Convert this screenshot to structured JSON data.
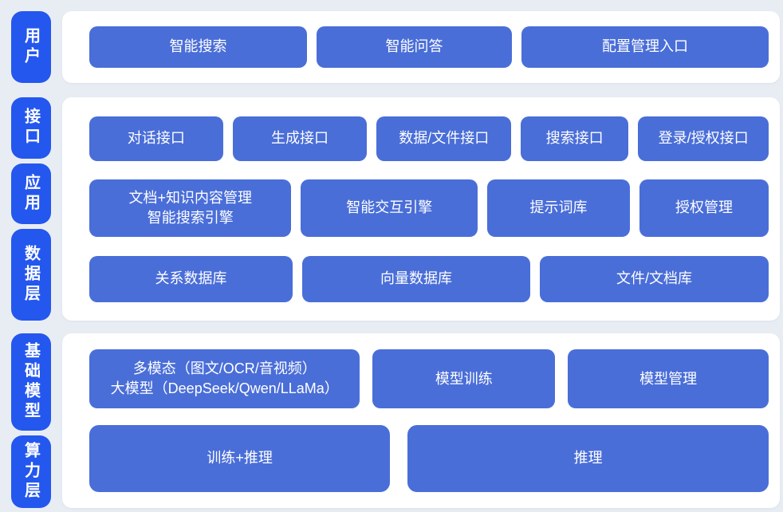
{
  "colors": {
    "background": "#E8EDF4",
    "panel": "#FFFFFF",
    "layer_label_blue": "#2457EE",
    "button_blue": "#4A6ED8",
    "text_white": "#FFFFFF"
  },
  "sections": [
    {
      "labels": [
        {
          "text": "用户"
        }
      ],
      "rows": [
        {
          "buttons": [
            {
              "label": "智能搜索"
            },
            {
              "label": "智能问答"
            },
            {
              "label": "配置管理入口"
            }
          ]
        }
      ]
    },
    {
      "labels": [
        {
          "text": "接口"
        },
        {
          "text": "应用"
        },
        {
          "text": "数据层"
        }
      ],
      "rows": [
        {
          "buttons": [
            {
              "label": "对话接口"
            },
            {
              "label": "生成接口"
            },
            {
              "label": "数据/文件接口"
            },
            {
              "label": "搜索接口"
            },
            {
              "label": "登录/授权接口"
            }
          ]
        },
        {
          "buttons": [
            {
              "label": "文档+知识内容管理\n智能搜索引擎"
            },
            {
              "label": "智能交互引擎"
            },
            {
              "label": "提示词库"
            },
            {
              "label": "授权管理"
            }
          ]
        },
        {
          "buttons": [
            {
              "label": "关系数据库"
            },
            {
              "label": "向量数据库"
            },
            {
              "label": "文件/文档库"
            }
          ]
        }
      ]
    },
    {
      "labels": [
        {
          "text": "基础模型"
        },
        {
          "text": "算力层"
        }
      ],
      "rows": [
        {
          "buttons": [
            {
              "label": "多模态（图文/OCR/音视频）\n大模型（DeepSeek/Qwen/LLaMa）"
            },
            {
              "label": "模型训练"
            },
            {
              "label": "模型管理"
            }
          ]
        },
        {
          "buttons": [
            {
              "label": "训练+推理"
            },
            {
              "label": "推理"
            }
          ]
        }
      ]
    }
  ]
}
